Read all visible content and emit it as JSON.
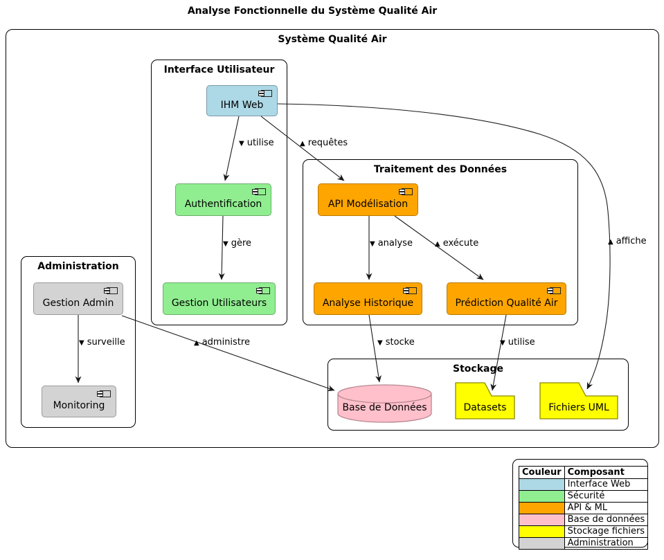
{
  "diagram_title": "Analyse Fonctionnelle du Système Qualité Air",
  "system_frame": {
    "title": "Système Qualité Air"
  },
  "packages": {
    "interface": {
      "title": "Interface Utilisateur"
    },
    "traitement": {
      "title": "Traitement des Données"
    },
    "administration": {
      "title": "Administration"
    },
    "stockage": {
      "title": "Stockage"
    }
  },
  "components": {
    "ihm_web": {
      "label": "IHM Web",
      "fill": "#ADD8E6",
      "border": "#7898A8"
    },
    "authentification": {
      "label": "Authentification",
      "fill": "#90EE90",
      "border": "#6BAE6B"
    },
    "gestion_utilisateurs": {
      "label": "Gestion Utilisateurs",
      "fill": "#90EE90",
      "border": "#6BAE6B"
    },
    "api_modelisation": {
      "label": "API Modélisation",
      "fill": "#FFA500",
      "border": "#B87A00"
    },
    "analyse_historique": {
      "label": "Analyse Historique",
      "fill": "#FFA500",
      "border": "#B87A00"
    },
    "prediction_qualite_air": {
      "label": "Prédiction Qualité Air",
      "fill": "#FFA500",
      "border": "#B87A00"
    },
    "gestion_admin": {
      "label": "Gestion Admin",
      "fill": "#D3D3D3",
      "border": "#9A9A9A"
    },
    "monitoring": {
      "label": "Monitoring",
      "fill": "#D3D3D3",
      "border": "#9A9A9A"
    }
  },
  "storage_shapes": {
    "database": {
      "label": "Base de Données",
      "fill": "#FFC0CB",
      "border": "#B78891"
    },
    "datasets": {
      "label": "Datasets",
      "fill": "#FFFF00",
      "border": "#8A8A00"
    },
    "fichiers_uml": {
      "label": "Fichiers UML",
      "fill": "#FFFF00",
      "border": "#8A8A00"
    }
  },
  "edges": {
    "utilise_auth": {
      "marker": "▼",
      "text": "utilise"
    },
    "requetes": {
      "marker": "▲",
      "text": "requêtes"
    },
    "gere": {
      "marker": "▼",
      "text": "gère"
    },
    "analyse": {
      "marker": "▼",
      "text": "analyse"
    },
    "execute": {
      "marker": "▲",
      "text": "exécute"
    },
    "stocke": {
      "marker": "▼",
      "text": "stocke"
    },
    "utilise_datasets": {
      "marker": "▼",
      "text": "utilise"
    },
    "affiche": {
      "marker": "▲",
      "text": "affiche"
    },
    "surveille": {
      "marker": "▼",
      "text": "surveille"
    },
    "administre": {
      "marker": "▲",
      "text": "administre"
    }
  },
  "legend": {
    "headers": [
      "Couleur",
      "Composant"
    ],
    "rows": [
      {
        "color": "#ADD8E6",
        "label": "Interface Web"
      },
      {
        "color": "#90EE90",
        "label": "Sécurité"
      },
      {
        "color": "#FFA500",
        "label": "API & ML"
      },
      {
        "color": "#FFC0CB",
        "label": "Base de données"
      },
      {
        "color": "#FFFF00",
        "label": "Stockage fichiers"
      },
      {
        "color": "#D3D3D3",
        "label": "Administration"
      }
    ]
  }
}
